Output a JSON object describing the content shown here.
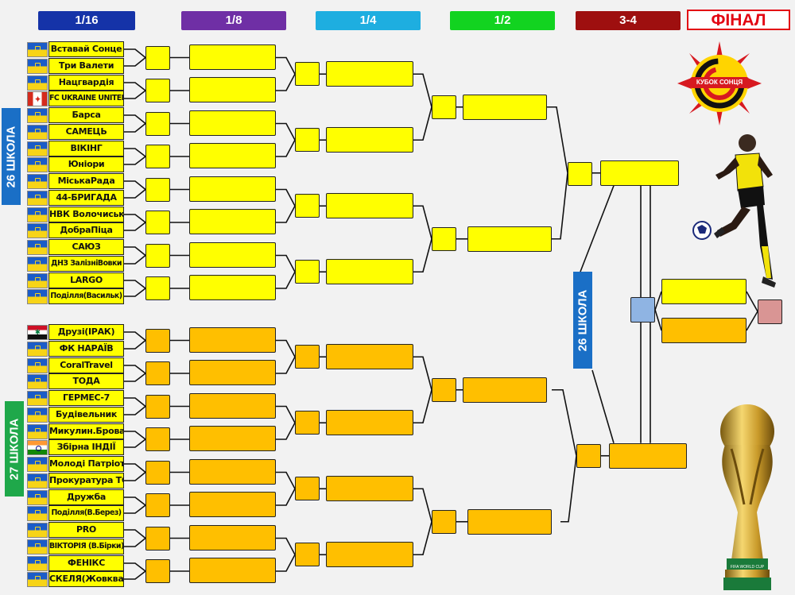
{
  "stages": [
    {
      "label": "1/16",
      "color": "#1533a8"
    },
    {
      "label": "1/8",
      "color": "#6f2fa5"
    },
    {
      "label": "1/4",
      "color": "#1eaee0"
    },
    {
      "label": "1/2",
      "color": "#12d320"
    },
    {
      "label": "3-4",
      "color": "#9e0f0f"
    }
  ],
  "final_label": "ФІНАЛ",
  "schools": {
    "top": "26 ШКОЛА",
    "bottom": "27 ШКОЛА",
    "mid": "26 ШКОЛА"
  },
  "logo": {
    "text": "КУБОК СОНЦЯ"
  },
  "trophy": {
    "text": "FIFA WORLD CUP"
  },
  "teams_top": [
    {
      "name": "Вставай Сонце",
      "flag": "ua"
    },
    {
      "name": "Три Валети",
      "flag": "ua"
    },
    {
      "name": "Нацгвардія",
      "flag": "ua"
    },
    {
      "name": "FC UKRAINE UNITED",
      "flag": "ca"
    },
    {
      "name": "Барса",
      "flag": "ua"
    },
    {
      "name": "САМЕЦЬ",
      "flag": "ua"
    },
    {
      "name": "ВІКІНГ",
      "flag": "ua"
    },
    {
      "name": "Юніори",
      "flag": "ua"
    },
    {
      "name": "МіськаРада",
      "flag": "ua"
    },
    {
      "name": "44-БРИГАДА",
      "flag": "ua"
    },
    {
      "name": "НВК Волочиськ",
      "flag": "ua"
    },
    {
      "name": "ДобраПіца",
      "flag": "ua"
    },
    {
      "name": "САЮЗ",
      "flag": "ua"
    },
    {
      "name": "ДНЗ ЗалізніВовки",
      "flag": "ua"
    },
    {
      "name": "LARGO",
      "flag": "ua"
    },
    {
      "name": "Поділля(Васильк)",
      "flag": "ua"
    }
  ],
  "teams_bottom": [
    {
      "name": "Друзі(ІРАК)",
      "flag": "iq"
    },
    {
      "name": "ФК НАРАЇВ",
      "flag": "ua"
    },
    {
      "name": "CoralTravel",
      "flag": "ua"
    },
    {
      "name": "ТОДА",
      "flag": "ua"
    },
    {
      "name": "ГЕРМЕС-7",
      "flag": "ua"
    },
    {
      "name": "Будівельник",
      "flag": "ua"
    },
    {
      "name": "Микулин.Бровар",
      "flag": "ua"
    },
    {
      "name": "Збірна ІНДІЇ",
      "flag": "in"
    },
    {
      "name": "Молоді Патріоти",
      "flag": "ua"
    },
    {
      "name": "Прокуратура ТО",
      "flag": "ua"
    },
    {
      "name": "Дружба",
      "flag": "ua"
    },
    {
      "name": "Поділля(В.Берез)",
      "flag": "ua"
    },
    {
      "name": "PRO",
      "flag": "ua"
    },
    {
      "name": "ВІКТОРІЯ (В.Бірки)",
      "flag": "ua"
    },
    {
      "name": "ФЕНІКС",
      "flag": "ua"
    },
    {
      "name": "СКЕЛЯ(Жовква)",
      "flag": "ua"
    }
  ],
  "colors": {
    "top_bracket": "#ffff00",
    "bottom_bracket": "#ffbf00",
    "final_score": "#8fb4e3",
    "third_score": "#d99594",
    "school_blue": "#1a6fc6",
    "school_green": "#1fa84a"
  }
}
